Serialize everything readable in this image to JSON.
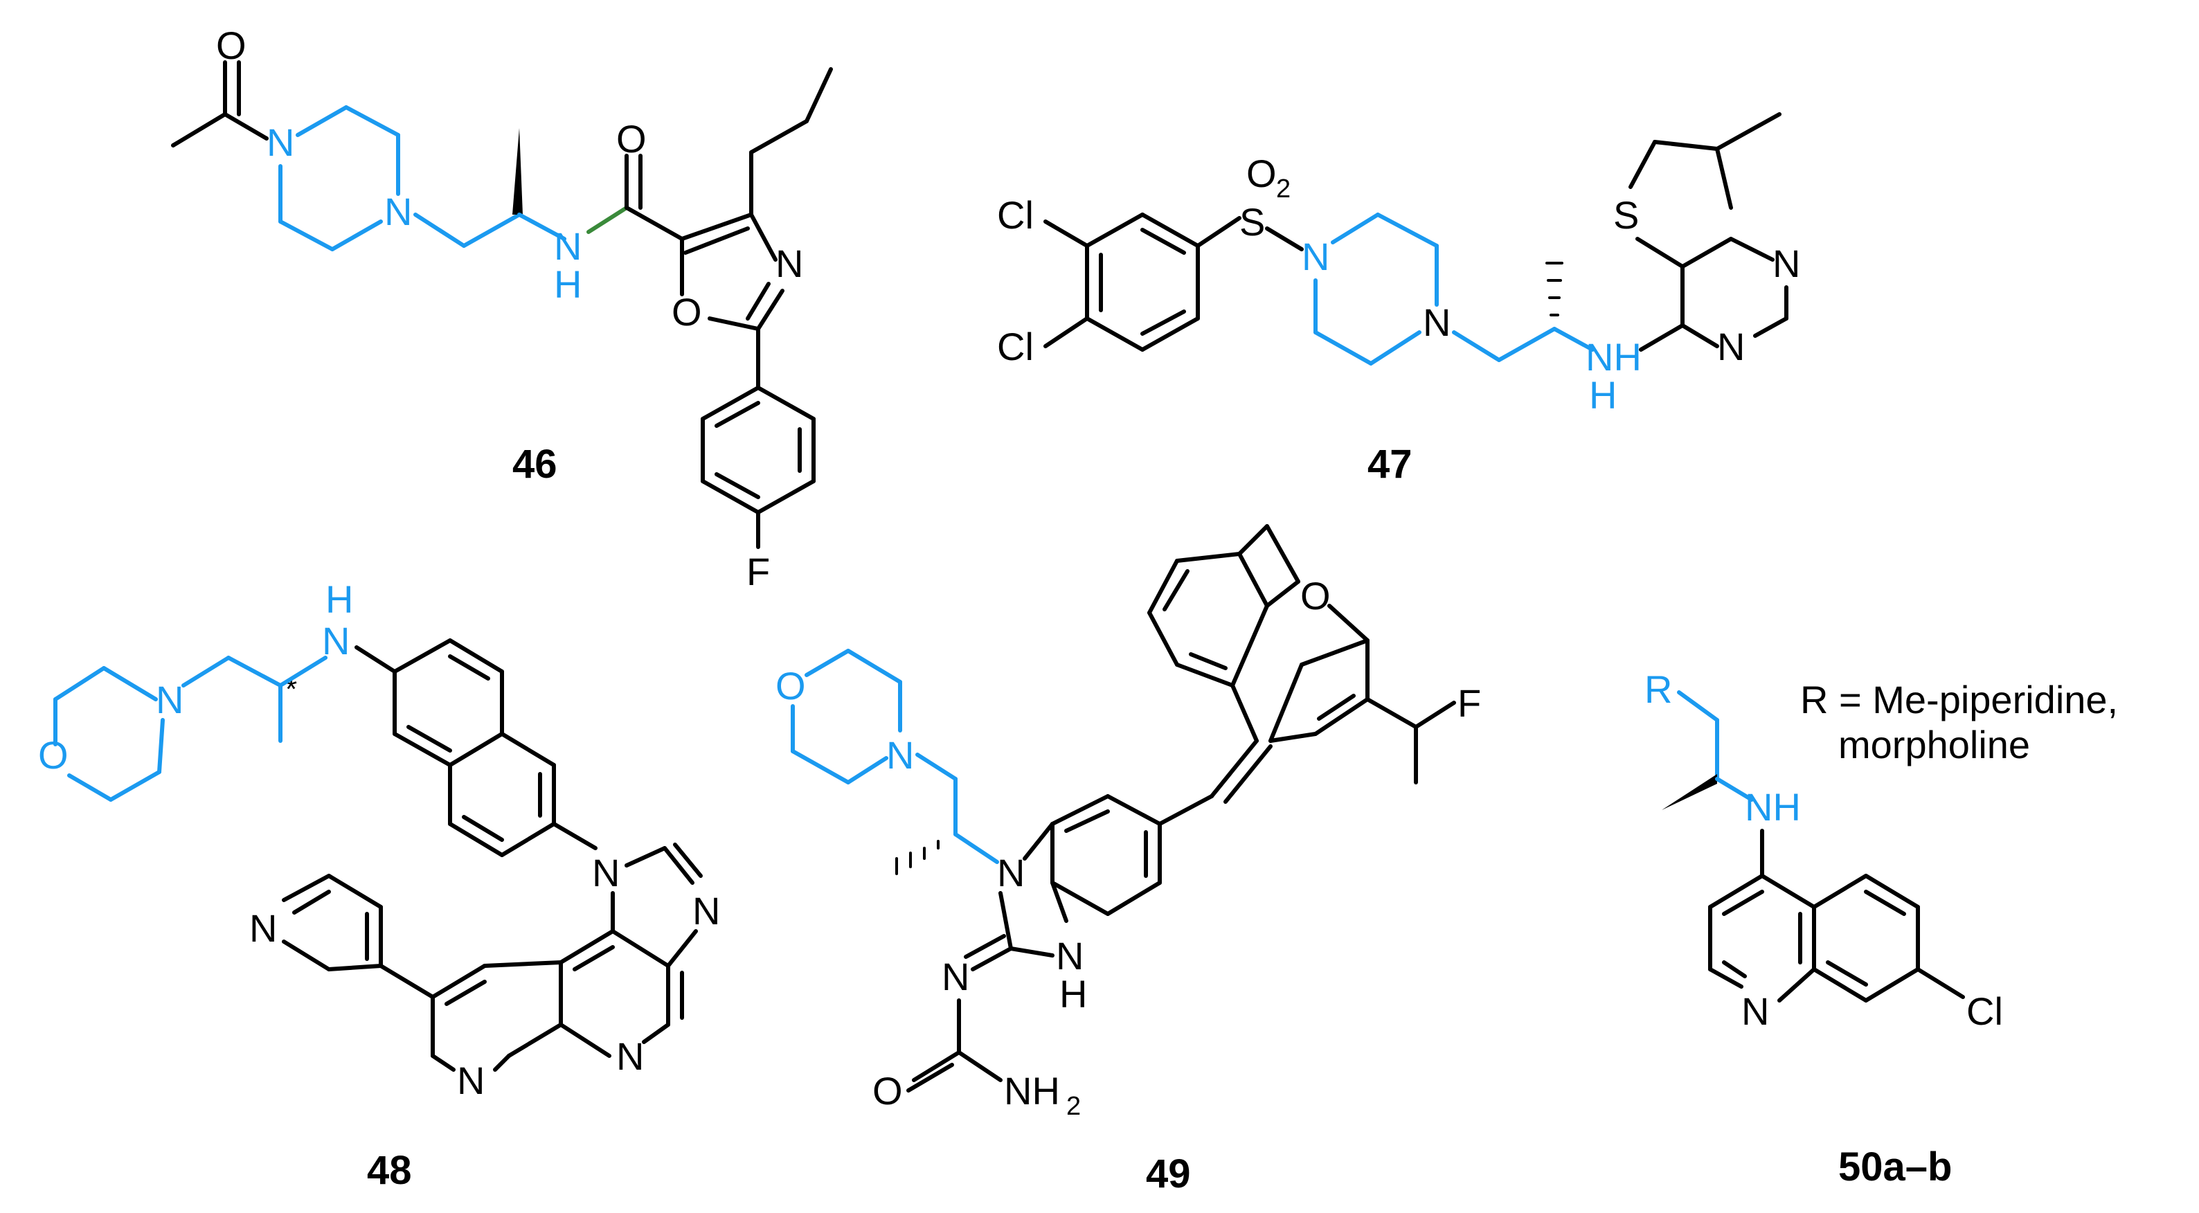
{
  "compounds": [
    {
      "id": "46"
    },
    {
      "id": "47"
    },
    {
      "id": "48"
    },
    {
      "id": "49"
    },
    {
      "id": "50a–b",
      "note_line1": "R = Me-piperidine,",
      "note_line2": "morpholine"
    }
  ],
  "atoms": {
    "O": "O",
    "N": "N",
    "H": "H",
    "F": "F",
    "Cl": "Cl",
    "S": "S",
    "R": "R",
    "NH": "NH",
    "O2": "2",
    "star": "*"
  },
  "colors": {
    "highlight": "#1b9af0",
    "amide_bond": "#3a8a3a",
    "ink": "#000000"
  }
}
